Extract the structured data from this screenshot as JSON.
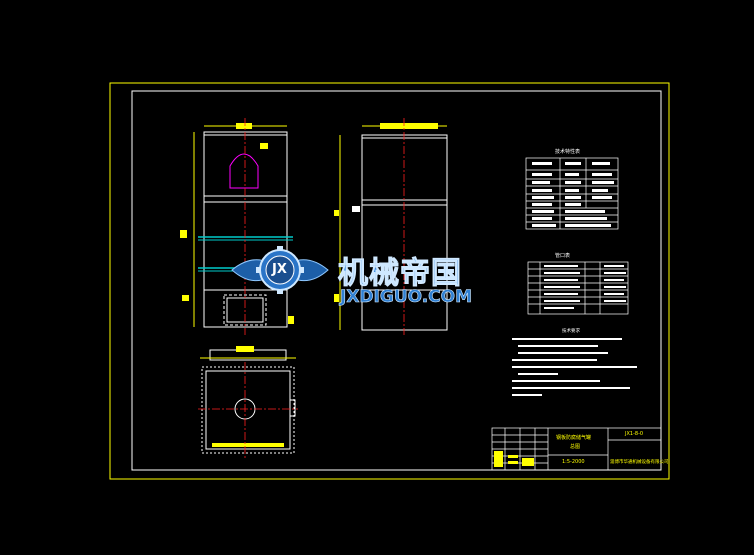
{
  "watermark": {
    "cn": "机械帝国",
    "en": "JXDIGUO.COM",
    "emblem_letters": "JX"
  },
  "colors": {
    "background": "#000000",
    "frame": "#ffff00",
    "inner_frame": "#ffffff",
    "drawing_lines": "#ffffff",
    "center_lines": "#ff2020",
    "dimension_marks": "#ffff00",
    "accent_magenta": "#ff00ff",
    "accent_cyan": "#00cccc",
    "logo_blue": "#2f7fd1"
  },
  "tables": {
    "spec_title": "技术特性表",
    "parts_title": "管口表"
  },
  "notes": {
    "title": "技术要求"
  },
  "title_block": {
    "drawing_no": "JX1-8-0",
    "name_line1": "钢板防腐储气罐",
    "name_line2": "总图",
    "scale": "1:5-2000",
    "company": "淄博市华通机械设备有限公司"
  }
}
